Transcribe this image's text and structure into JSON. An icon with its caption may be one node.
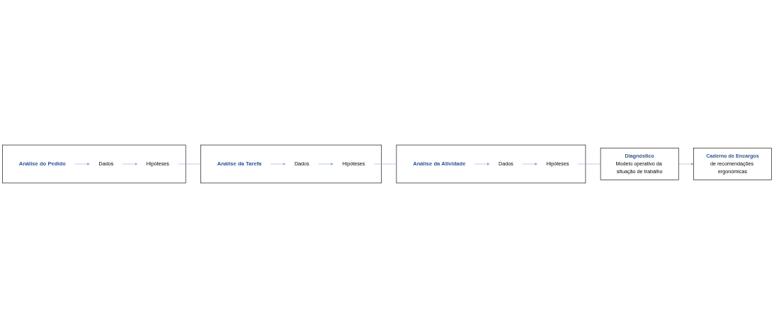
{
  "diagram": {
    "nodes": [
      {
        "text": [],
        "shape": "box"
      },
      {
        "text": [
          "Análise do Pedido"
        ],
        "in": 0
      },
      {
        "text": [
          "Dados"
        ],
        "in": 0
      },
      {
        "text": [
          "Hipóteses"
        ],
        "in": 0
      },
      {
        "text": [],
        "shape": "box"
      },
      {
        "text": [
          "Análise da Tarefa"
        ],
        "in": 4
      },
      {
        "text": [
          "Dados"
        ],
        "in": 4
      },
      {
        "text": [
          "Hipóteses"
        ],
        "in": 4
      },
      {
        "text": [],
        "shape": "box"
      },
      {
        "text": [
          "Análise da Atividade"
        ],
        "in": 8
      },
      {
        "text": [
          "Dados"
        ],
        "in": 8
      },
      {
        "text": [
          "Hipóteses"
        ],
        "in": 8
      },
      {
        "text": [
          "Caderno de Encargos",
          "de recomendações ergonómicas"
        ]
      },
      {
        "text": [
          "Diagnóstico",
          "Modelo operativo da situação de trabalho"
        ]
      }
    ],
    "edges": [
      {
        "from": 1,
        "to": 2,
        "arrow": "to"
      },
      {
        "from": 2,
        "to": 3,
        "arrow": "to"
      },
      {
        "from": 3,
        "to": 4,
        "arrow": "none"
      },
      {
        "from": 5,
        "to": 6,
        "arrow": "to"
      },
      {
        "from": 6,
        "to": 7,
        "arrow": "to"
      },
      {
        "from": 7,
        "to": 8,
        "arrow": "none"
      },
      {
        "from": 9,
        "to": 10,
        "arrow": "to"
      },
      {
        "from": 10,
        "to": 11,
        "arrow": "to"
      },
      {
        "from": 11,
        "to": 13,
        "arrow": "none"
      },
      {
        "from": 13,
        "to": 12,
        "arrow": "to"
      }
    ]
  }
}
